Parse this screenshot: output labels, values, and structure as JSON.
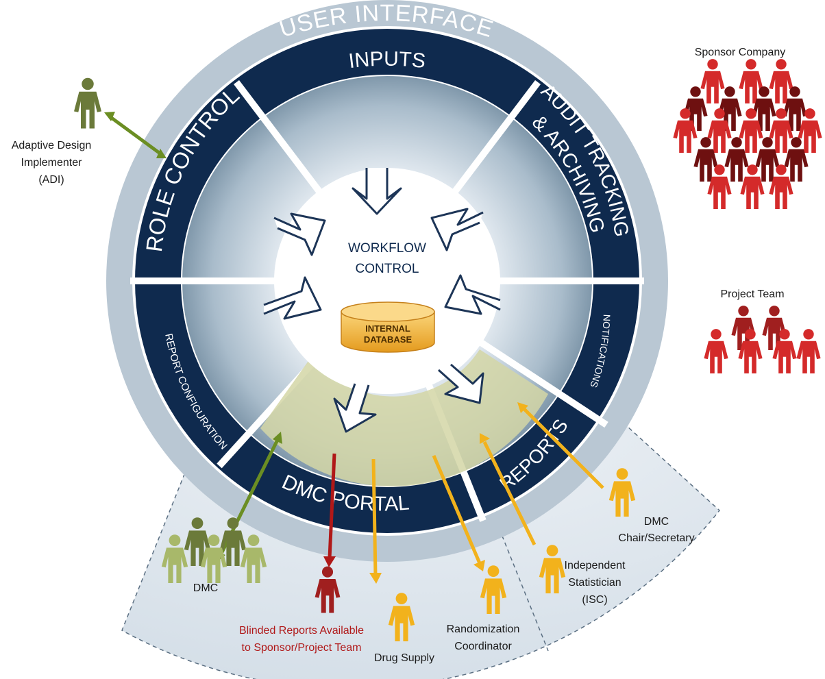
{
  "outer_ring": {
    "label": "USER INTERFACE"
  },
  "segments": {
    "inputs": "INPUTS",
    "audit_line1": "AUDIT TRACKING",
    "audit_line2": "& ARCHIVING",
    "role_control": "ROLE CONTROL",
    "report_configuration": "REPORT CONFIGURATION",
    "notifications": "NOTIFICATIONS",
    "reports": "REPORTS",
    "dmc_portal": "DMC PORTAL"
  },
  "center": {
    "line1": "WORKFLOW",
    "line2": "CONTROL",
    "database_line1": "INTERNAL",
    "database_line2": "DATABASE"
  },
  "actors": {
    "adi_line1": "Adaptive Design",
    "adi_line2": "Implementer",
    "adi_line3": "(ADI)",
    "sponsor_company": "Sponsor Company",
    "project_team": "Project Team",
    "dmc": "DMC",
    "blinded_line1": "Blinded Reports Available",
    "blinded_line2": "to Sponsor/Project Team",
    "drug_supply": "Drug Supply",
    "randomization_line1": "Randomization",
    "randomization_line2": "Coordinator",
    "isc_line1": "Independent",
    "isc_line2": "Statistician",
    "isc_line3": "(ISC)",
    "dmc_chair_line1": "DMC",
    "dmc_chair_line2": "Chair/Secretary"
  },
  "colors": {
    "navy": "#0f2a4e",
    "ring_gray": "#b9c7d3",
    "olive": "#6b7a3a",
    "light_olive": "#a8b86a",
    "gold": "#f2b21c",
    "dark_red": "#a01f1f",
    "red": "#d42a2a",
    "maroon": "#6e1010"
  }
}
